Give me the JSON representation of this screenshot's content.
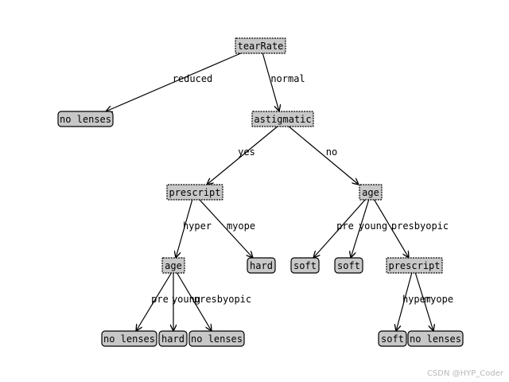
{
  "tree": {
    "root": {
      "label": "tearRate",
      "edges": {
        "reduced": "reduced",
        "normal": "normal"
      }
    },
    "leaf_no_lenses_top": "no lenses",
    "astigmatic": {
      "label": "astigmatic",
      "edges": {
        "yes": "yes",
        "no": "no"
      }
    },
    "prescript_left": {
      "label": "prescript",
      "edges": {
        "hyper": "hyper",
        "myope": "myope"
      }
    },
    "leaf_hard_mid": "hard",
    "age_right": {
      "label": "age",
      "edges": {
        "pre": "pre",
        "young": "young",
        "presbyopic": "presbyopic"
      }
    },
    "leaf_soft_pre": "soft",
    "leaf_soft_young": "soft",
    "prescript_right": {
      "label": "prescript",
      "edges": {
        "hyper": "hyper",
        "myope": "myope"
      }
    },
    "age_left": {
      "label": "age",
      "edges": {
        "pre": "pre",
        "young": "young",
        "presbyopic": "presbyopic"
      }
    },
    "leaf_no_lenses_pre": "no lenses",
    "leaf_hard_young": "hard",
    "leaf_no_lenses_presbyopic": "no lenses",
    "leaf_soft_hyper": "soft",
    "leaf_no_lenses_myope": "no lenses"
  },
  "watermark": "CSDN @HYP_Coder",
  "colors": {
    "node_fill": "#c8c8c8",
    "line": "#000000",
    "watermark": "#b8b8b8"
  }
}
